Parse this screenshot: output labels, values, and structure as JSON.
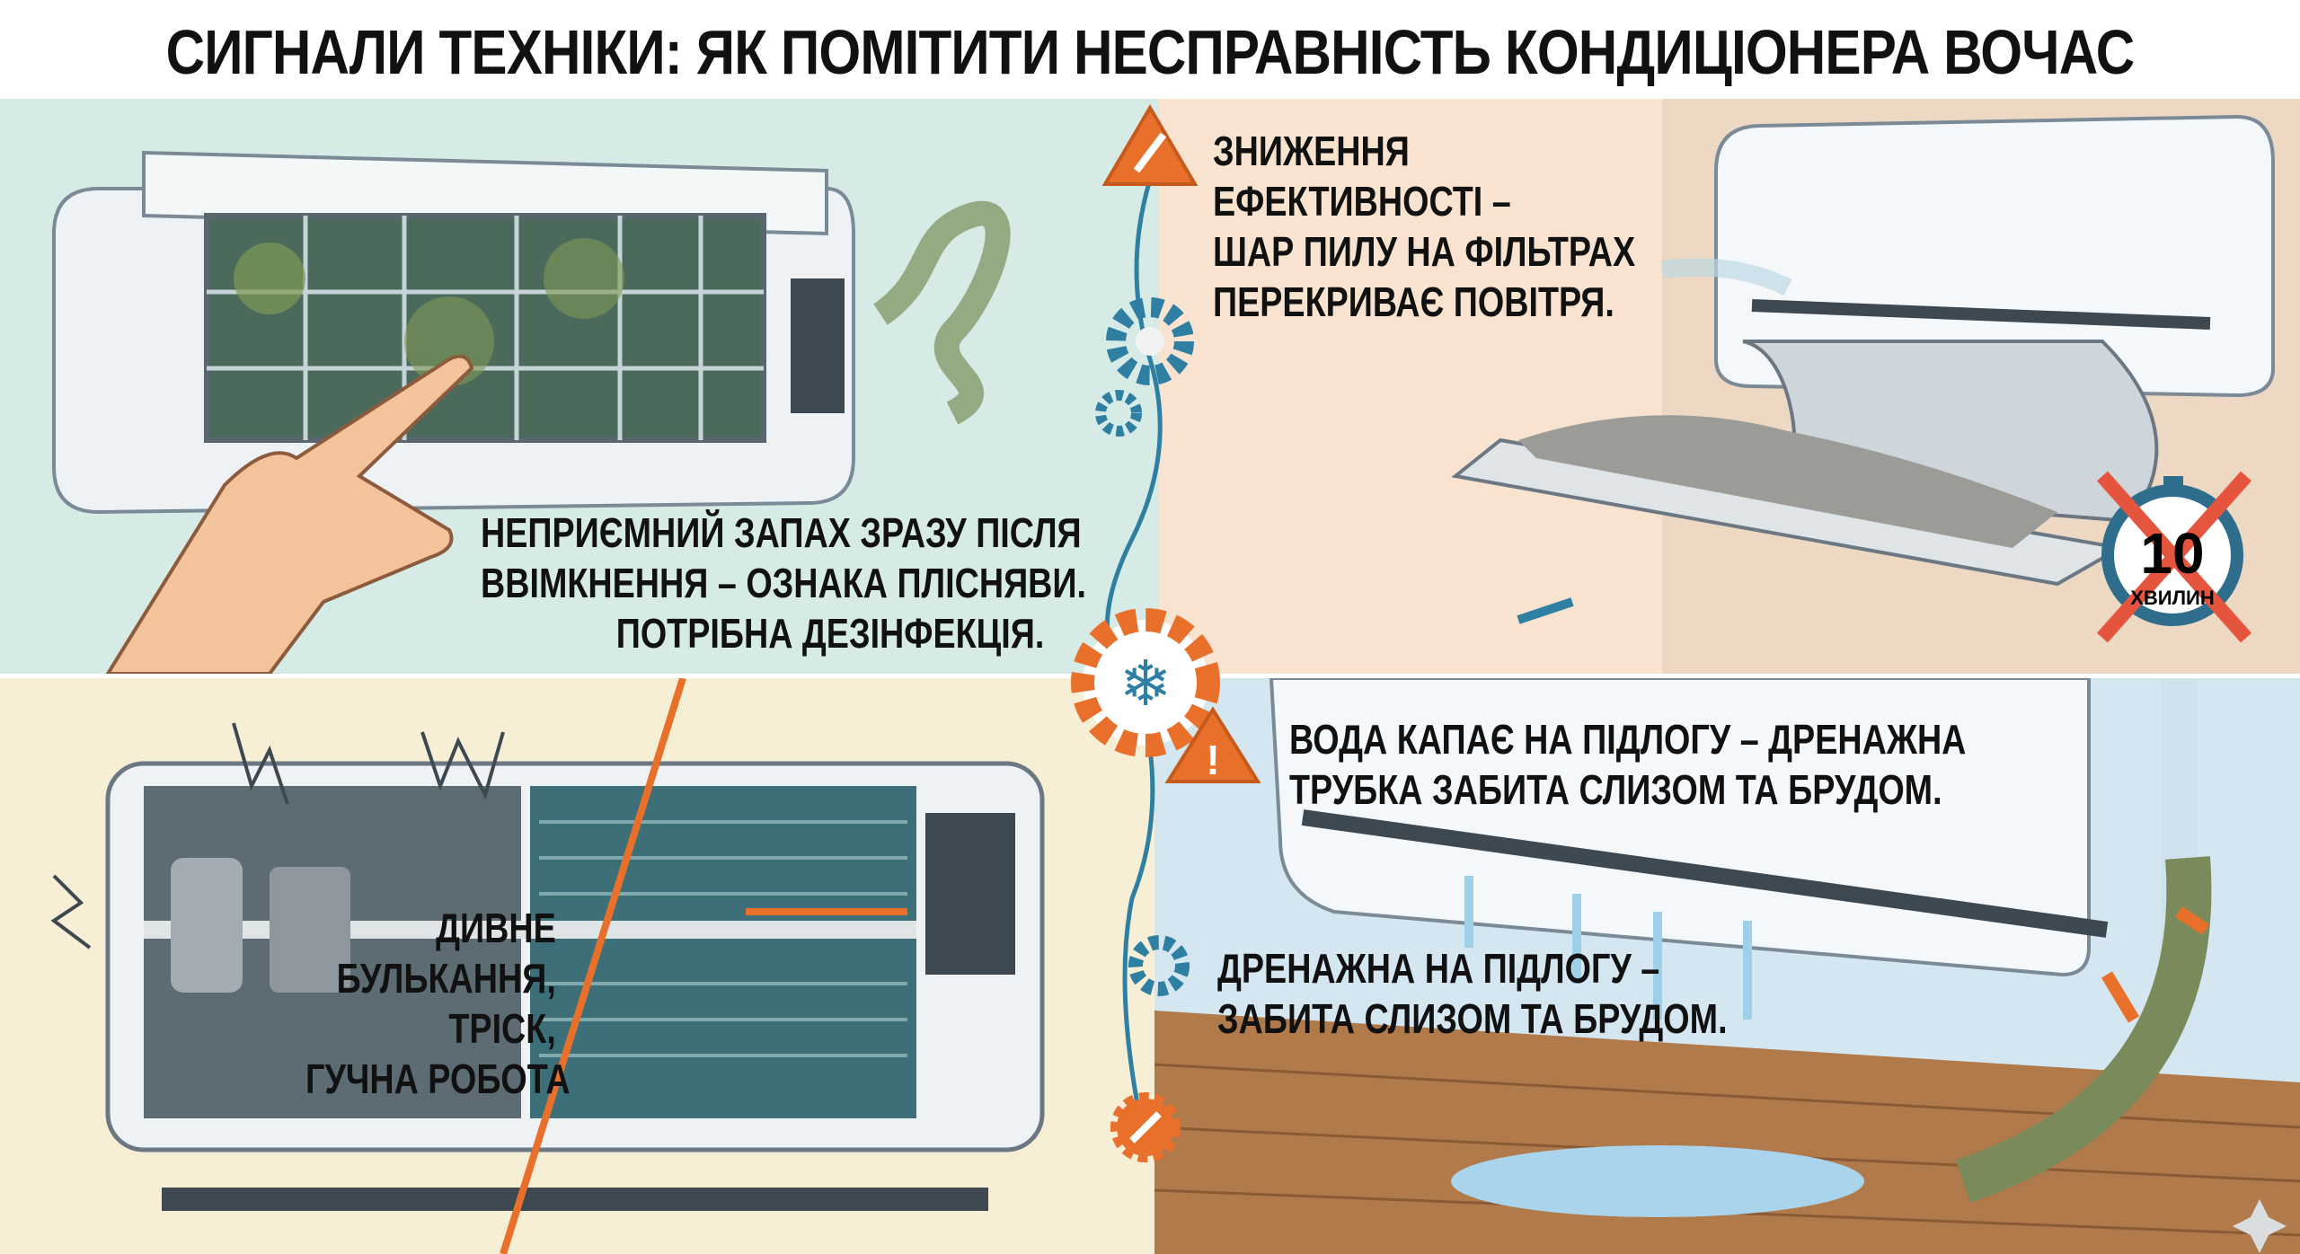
{
  "title": "СИГНАЛИ ТЕХНІКИ: ЯК ПОМІТИТИ НЕСПРАВНІСТЬ КОНДИЦІОНЕРА ВОЧАС",
  "panels": {
    "smell": {
      "lines": [
        "НЕПРИЄМНИЙ ЗАПАХ ЗРАЗУ ПІСЛЯ",
        "ВВІМКНЕННЯ – ОЗНАКА ПЛІСНЯВИ.",
        "ПОТРІБНА ДЕЗІНФЕКЦІЯ."
      ]
    },
    "efficiency": {
      "lines": [
        "ЗНИЖЕННЯ",
        "ЕФЕКТИВНОСТІ –",
        "ШАР ПИЛУ НА ФІЛЬТРАХ",
        "ПЕРЕКРИВАЄ ПОВІТРЯ."
      ],
      "timer_number": "10",
      "timer_unit": "ХВИЛИН"
    },
    "noise": {
      "lines": [
        "ДИВНЕ",
        "БУЛЬКАННЯ,",
        "ТРІСК,",
        "ГУЧНА РОБОТА"
      ]
    },
    "water": {
      "lines": [
        "ВОДА КАПАЄ НА ПІДЛОГУ – ДРЕНАЖНА",
        "ТРУБКА ЗАБИТА СЛИЗОМ ТА БРУДОМ."
      ],
      "lines2": [
        "ДРЕНАЖНА НА ПІДЛОГУ –",
        "ЗАБИТА СЛИЗОМ ТА БРУДОМ."
      ]
    }
  },
  "colors": {
    "accent_orange": "#e8702a",
    "accent_blue": "#2f7fa3",
    "cross_red": "#e5543c",
    "mold_green": "#5b7a45"
  },
  "icons": [
    "warning-wrench-icon",
    "gear-icon",
    "snowflake-gear-icon",
    "warning-exclamation-icon",
    "wrench-gear-icon",
    "stopwatch-icon",
    "sparkle-icon"
  ]
}
